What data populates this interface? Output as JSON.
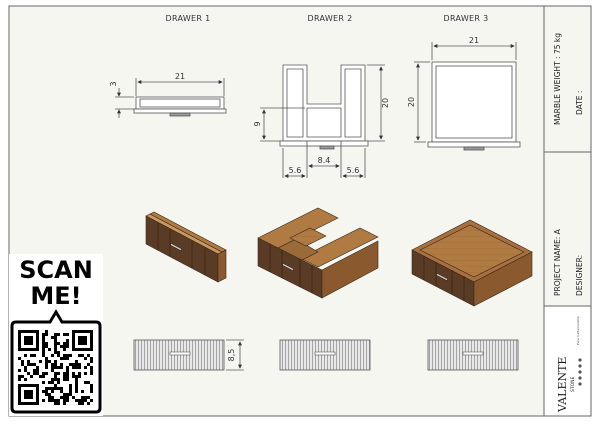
{
  "drawers": [
    {
      "title": "DRAWER 1"
    },
    {
      "title": "DRAWER 2"
    },
    {
      "title": "DRAWER 3"
    }
  ],
  "dimensions": {
    "d1_width": "21",
    "d1_height": "3",
    "d2_height": "20",
    "d2_inner_height": "9",
    "d2_center_width": "8.4",
    "d2_left_width": "5.6",
    "d2_right_width": "5.6",
    "d3_width": "21",
    "d3_height": "20",
    "front_height": "8,5"
  },
  "title_block": {
    "marble_weight": "MARBLE WEIGHT : 75 kg",
    "date": "DATE :",
    "project_name": "PROJECT NAME: A",
    "designer": "DESIGNER:"
  },
  "qr": {
    "line1": "SCAN",
    "line2": "ME!"
  },
  "logo": {
    "name": "VALENTE",
    "sub": "STONE",
    "tagline": "Pure craftsmanship"
  },
  "colors": {
    "wood_light": "#b07a43",
    "wood_mid": "#8a5a2e",
    "wood_dark": "#4a3020",
    "frame": "#666666",
    "paper": "#f6f6f1"
  }
}
